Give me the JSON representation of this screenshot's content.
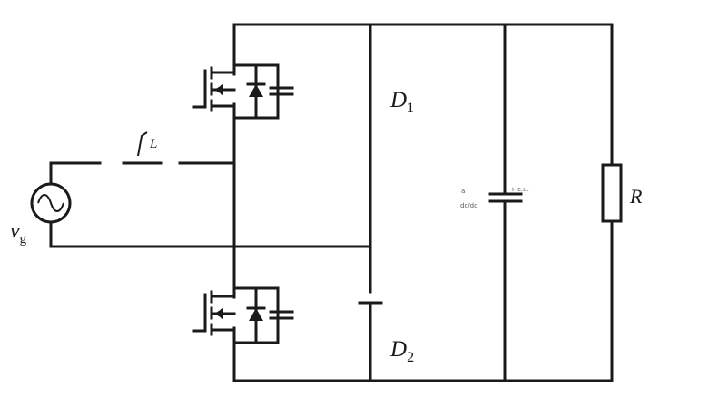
{
  "labels": {
    "source": "v",
    "source_sub": "g",
    "inductor": "L",
    "diode1": "D",
    "diode1_sub": "1",
    "diode2": "D",
    "diode2_sub": "2",
    "resistor": "R",
    "cap_tiny_left_1": "a",
    "cap_tiny_left_2": "dc/dc",
    "cap_tiny_right": "+ c.u."
  },
  "colors": {
    "wire": "#1a1a1a",
    "background": "#ffffff"
  }
}
